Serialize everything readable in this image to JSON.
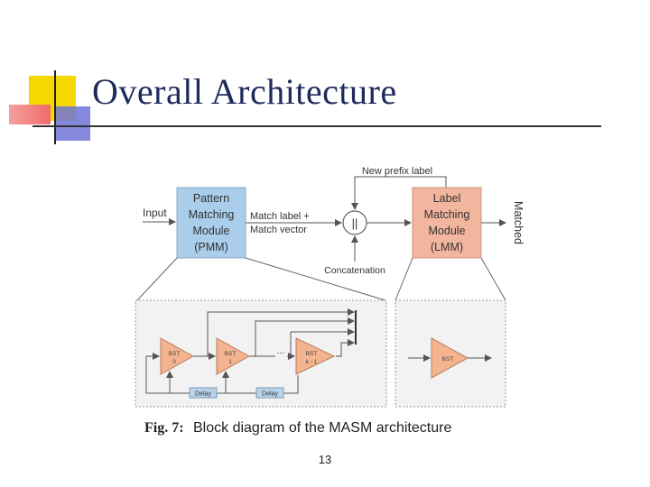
{
  "slide": {
    "title": "Overall Architecture",
    "page_number": "13"
  },
  "colors": {
    "title": "#1f2a5c",
    "deco_yellow": "#f5d800",
    "deco_red": "#f08080",
    "deco_blue": "#6f74d8",
    "pmm_fill": "#a9cdea",
    "lmm_fill": "#f2b59e",
    "triangle_fill": "#f4b48f",
    "delay_fill": "#b9d3ea"
  },
  "diagram": {
    "input_label": "Input",
    "pmm_lines": [
      "Pattern",
      "Matching",
      "Module",
      "(PMM)"
    ],
    "match_label_lines": [
      "Match label +",
      "Match vector"
    ],
    "concat_symbol": "||",
    "concat_label": "Concatenation",
    "new_prefix_label": "New prefix label",
    "lmm_lines": [
      "Label",
      "Matching",
      "Module",
      "(LMM)"
    ],
    "matched_label": "Matched",
    "bst_left": [
      {
        "name": "BST",
        "index": "0"
      },
      {
        "name": "BST",
        "index": "1"
      },
      {
        "name": "BST",
        "index": "k - 1"
      }
    ],
    "dots": "...",
    "delay_labels": [
      "Delay",
      "Delay"
    ],
    "bst_right": "BST",
    "caption_prefix": "Fig. 7:",
    "caption_text": "Block diagram of the MASM architecture"
  }
}
